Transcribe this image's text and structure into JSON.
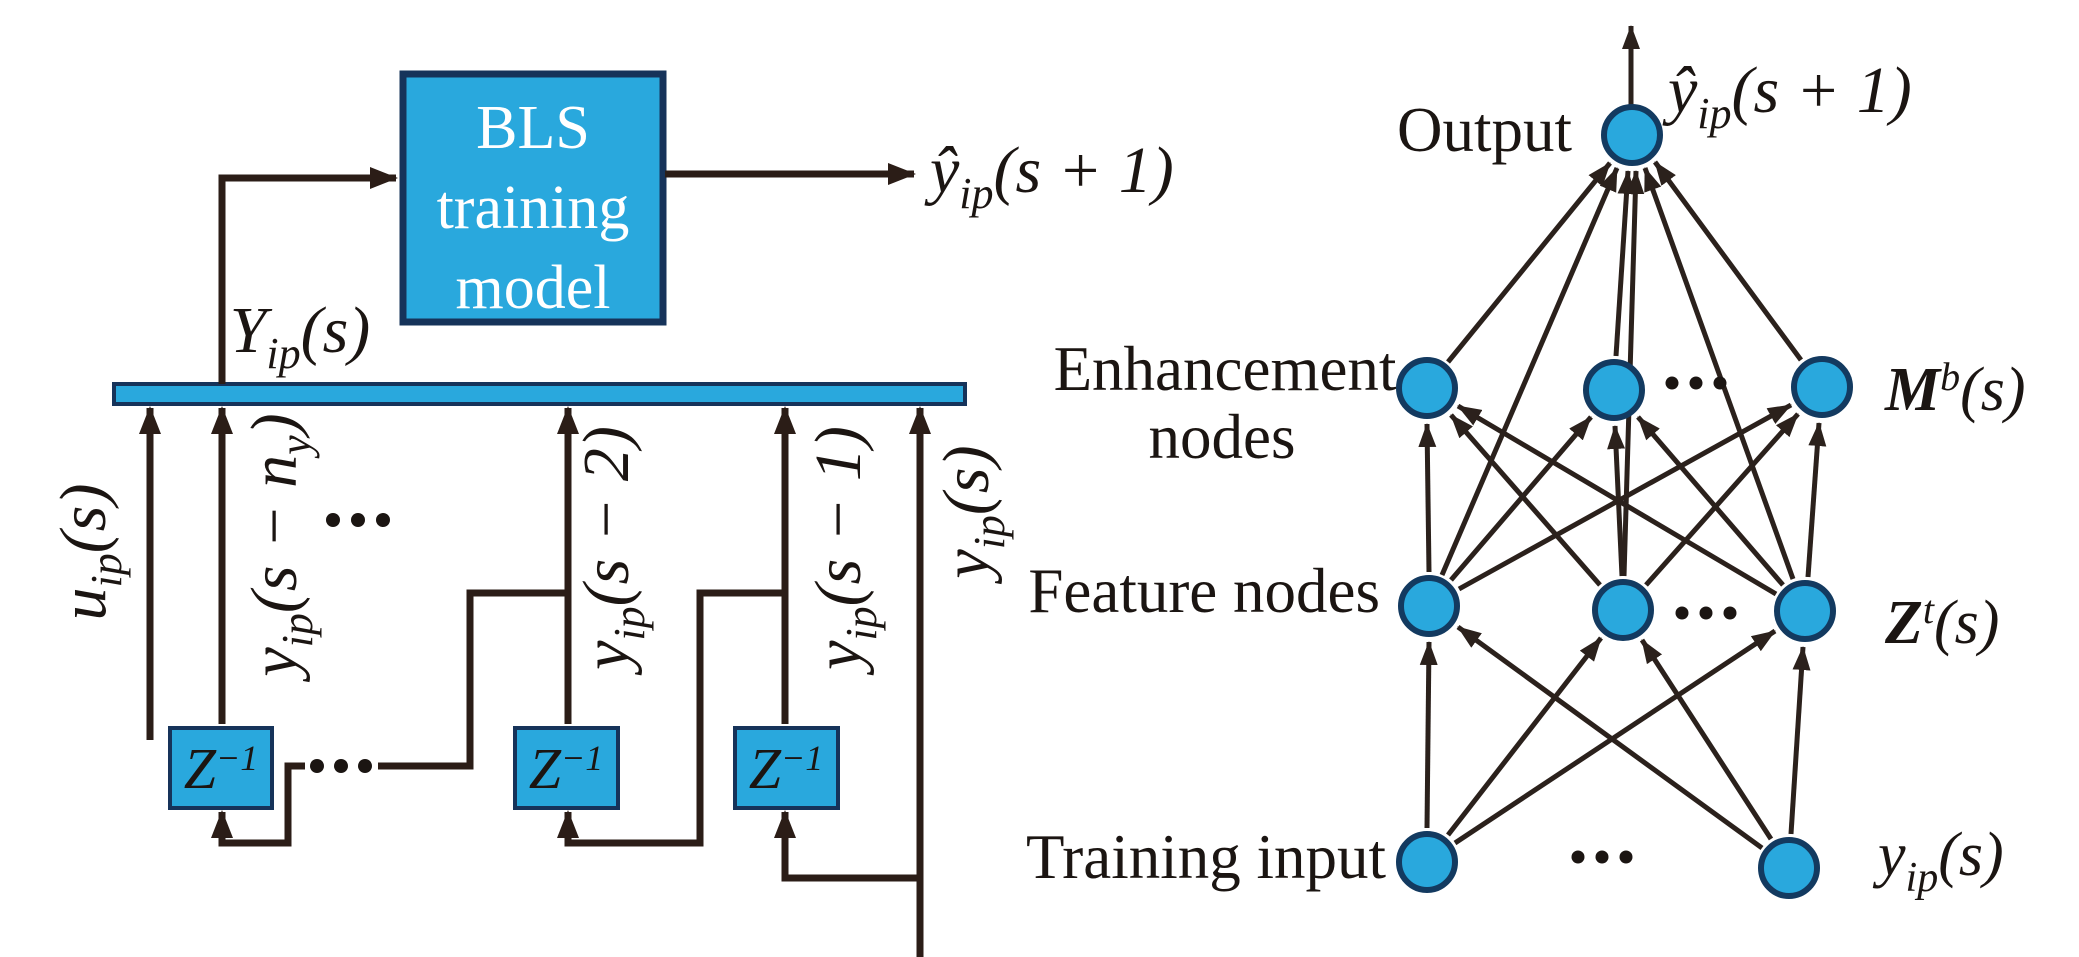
{
  "colors": {
    "shape_fill": "#29a8dd",
    "shape_border": "#16335a",
    "wire": "#2b1d17",
    "text": "#1b1512"
  },
  "left_diagram": {
    "bls_box": {
      "line1": "BLS",
      "line2": "training",
      "line3": "model"
    },
    "feed_label": {
      "main": "Y",
      "sub": "ip",
      "rest": "(s)"
    },
    "predicted_output_label": {
      "main": "ŷ",
      "sub": "ip",
      "rest": "(s + 1)"
    },
    "delay_block_label": {
      "main": "Z",
      "sup": "−1"
    },
    "input_labels": {
      "u": {
        "main": "u",
        "sub": "ip",
        "rest": "(s)"
      },
      "y_s_ny": {
        "main": "y",
        "sub": "ip",
        "rest": "(s − n",
        "sub2": "y",
        "rest2": ")"
      },
      "y_s_2": {
        "main": "y",
        "sub": "ip",
        "rest": "(s − 2)"
      },
      "y_s_1": {
        "main": "y",
        "sub": "ip",
        "rest": "(s − 1)"
      },
      "y_s": {
        "main": "y",
        "sub": "ip",
        "rest": "(s)"
      }
    }
  },
  "network_diagram": {
    "predicted_output_label": {
      "main": "ŷ",
      "sub": "ip",
      "rest": "(s + 1)"
    },
    "row_labels": {
      "output": "Output",
      "enhancement_line1": "Enhancement",
      "enhancement_line2": "nodes",
      "feature": "Feature nodes",
      "training_input": "Training input"
    },
    "matrix_labels": {
      "enhancement": {
        "main": "M",
        "sup": "b",
        "rest": "(s)"
      },
      "feature": {
        "main": "Z",
        "sup": "t",
        "rest": "(s)"
      },
      "training_input": {
        "main": "y",
        "sub": "ip",
        "rest": "(s)"
      }
    },
    "structure": {
      "output_nodes": 1,
      "enhancement_nodes_shown": 3,
      "feature_nodes_shown": 3,
      "training_input_nodes_shown": 2,
      "connections": [
        "training input nodes → feature nodes (fully connected)",
        "feature nodes → enhancement nodes (fully connected)",
        "feature nodes → output node",
        "enhancement nodes → output node"
      ]
    }
  }
}
